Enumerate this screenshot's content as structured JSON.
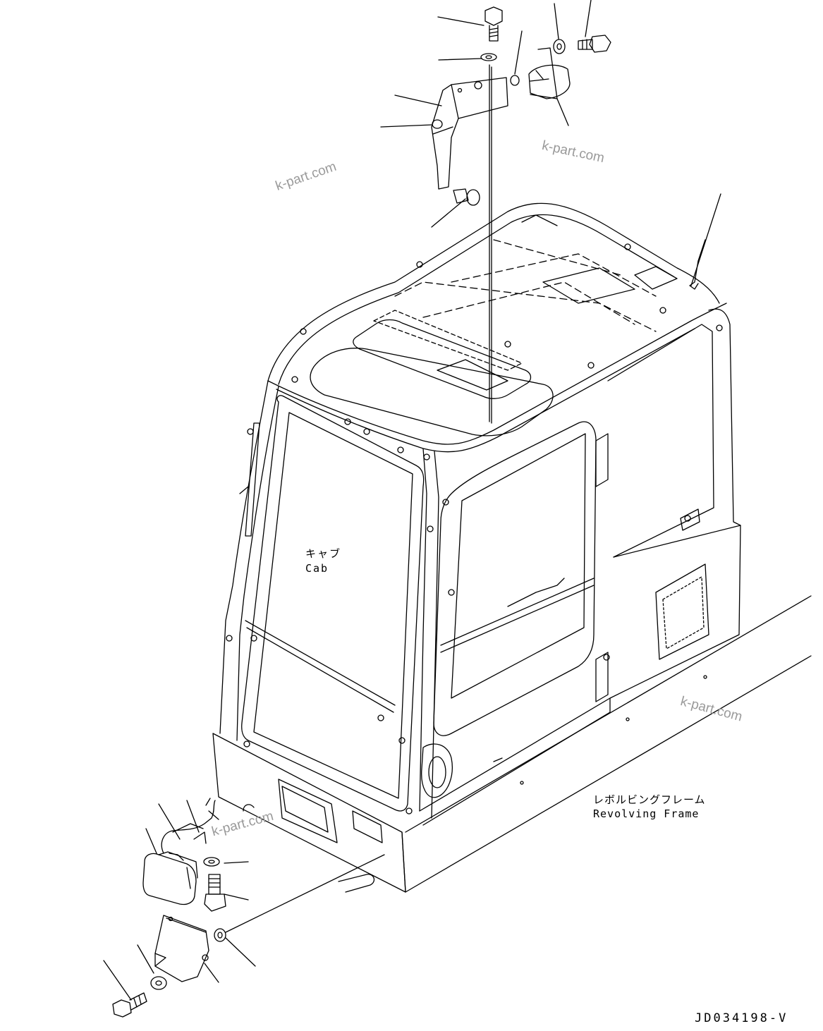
{
  "labels": {
    "cab_jp": "キャブ",
    "cab_en": "Cab",
    "frame_jp": "レボルビングフレーム",
    "frame_en": "Revolving Frame",
    "drawing_number": "JD034198-V"
  },
  "watermarks": [
    "k-part.com",
    "k-part.com",
    "k-part.com",
    "k-part.com"
  ],
  "colors": {
    "line": "#000000",
    "watermark": "#9a9a9a",
    "background": "#ffffff"
  }
}
